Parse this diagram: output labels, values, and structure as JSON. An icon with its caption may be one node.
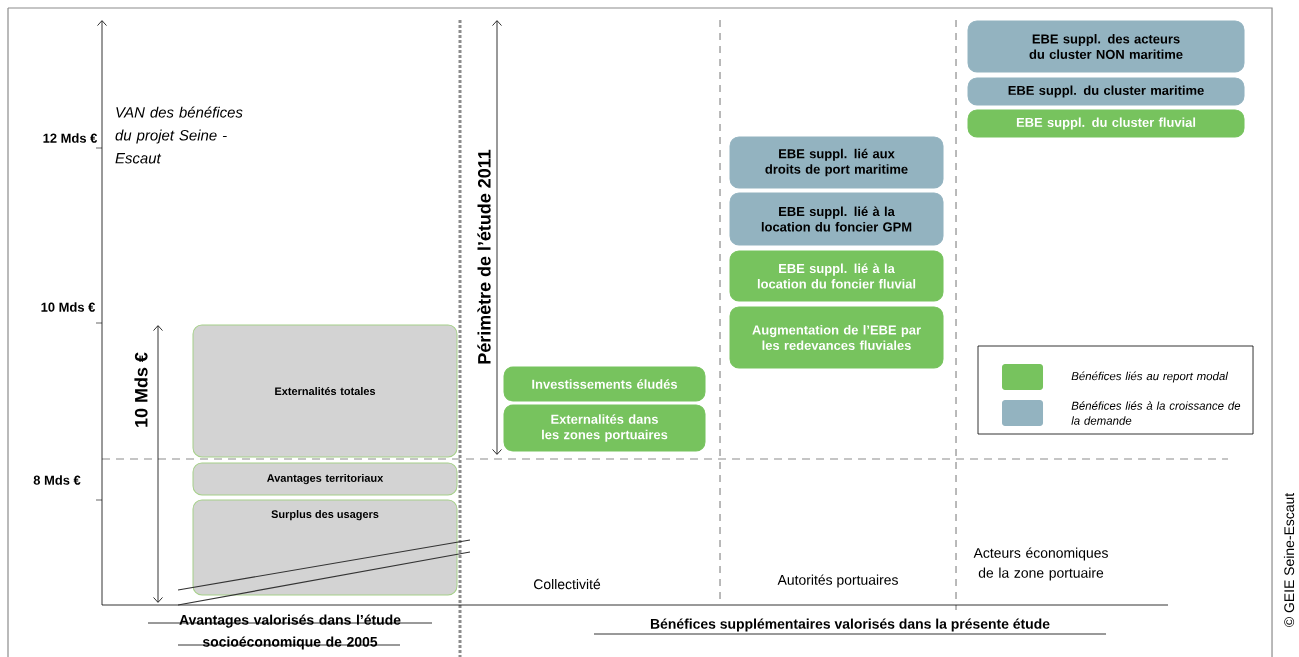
{
  "diagram": {
    "nodes": [
      {
        "text": [
          "Externalités totales"
        ]
      },
      {
        "text": [
          "Avantages territoriaux"
        ]
      },
      {
        "text": [
          "Surplus des usagers"
        ]
      },
      {
        "text": [
          "Investissements éludés"
        ]
      },
      {
        "text": [
          "Externalités dans les zones portuaires"
        ]
      },
      {
        "text": [
          "EBE suppl. lié aux droits de port maritime"
        ]
      },
      {
        "text": [
          "EBE suppl. lié à la location du foncier GPM"
        ]
      },
      {
        "text": [
          "EBE suppl. lié à la location du foncier fluvial"
        ]
      },
      {
        "text": [
          "Augmentation de l’EBE par les redevances fluviales"
        ]
      },
      {
        "text": [
          "EBE suppl. des acteurs du cluster NON maritime"
        ]
      },
      {
        "text": [
          "EBE suppl. du cluster maritime"
        ]
      },
      {
        "text": [
          "EBE suppl. du cluster fluvial"
        ]
      }
    ],
    "labels": [
      "12 Mds €",
      "10 Mds €",
      "8 Mds €",
      "VAN des bénéfices du projet Seine - Escaut",
      "10 Mds €",
      "Périmètre de l’étude 2011",
      "Collectivité",
      "Autorités portuaires",
      "Acteurs économiques de la zone portuaire",
      "Avantages valorisés dans l’étude socioéconomique de 2005",
      "Bénéfices supplémentaires valorisés dans la présente étude",
      "© GEIE Seine-Escaut"
    ],
    "legend": [
      {
        "text": "Bénéfices liés au report modal",
        "color": "#77c35e"
      },
      {
        "text": "Bénéfices liés à la croissance de la demande",
        "color": "#93b3c0"
      }
    ]
  }
}
